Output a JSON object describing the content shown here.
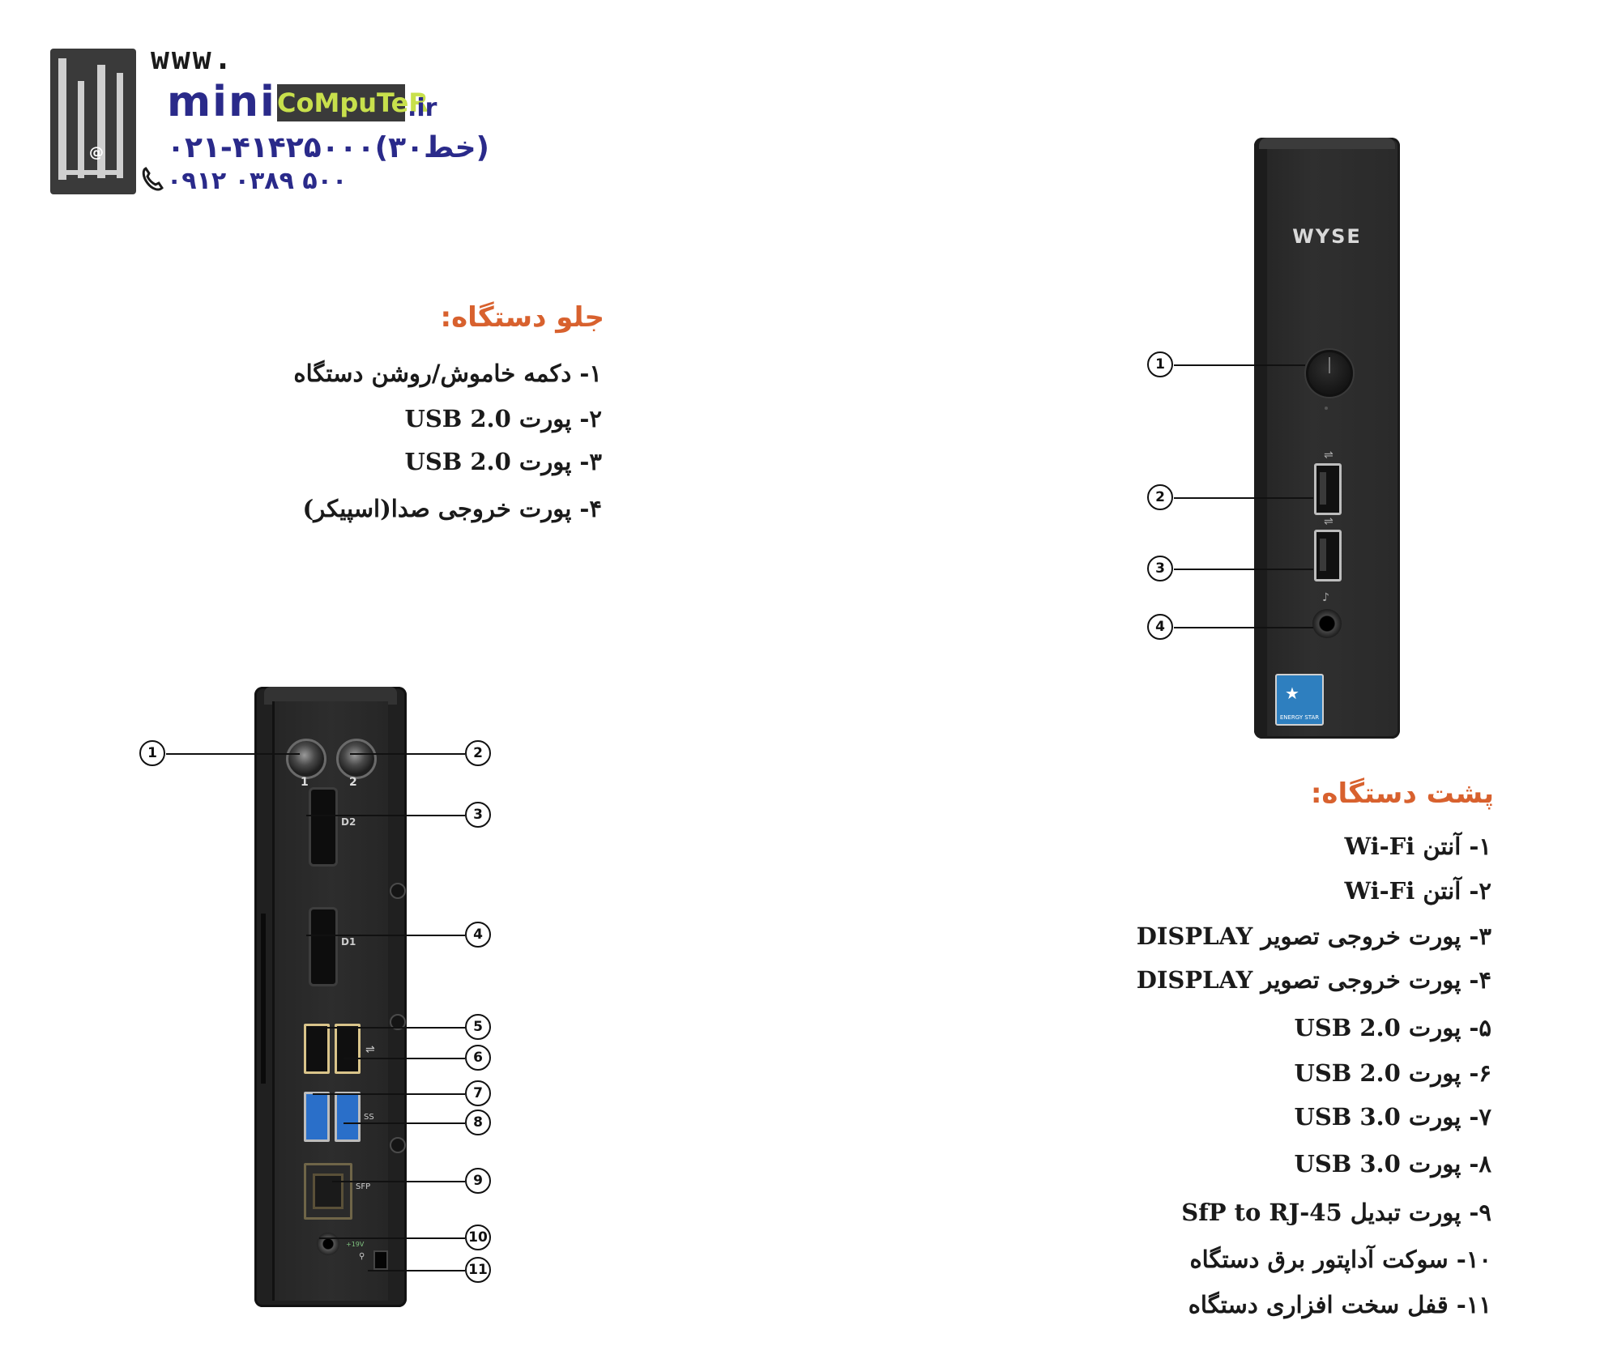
{
  "logo": {
    "www": "www.",
    "mini": "mini",
    "computer": "CoMpuTeR",
    "tld": ".ir",
    "phone1": "۰۲۱-۴۱۴۲۵۰۰۰(۳۰خط)",
    "phone2": "۰۹۱۲ ۰۳۸۹ ۵۰۰"
  },
  "front": {
    "title": "جلو دستگاه:",
    "items": [
      "۱- دکمه خاموش/روشن دستگاه",
      "۲- پورت USB 2.0",
      "۳- پورت USB 2.0",
      "۴- پورت خروجی صدا(اسپیکر)"
    ],
    "device_brand": "WYSE",
    "energy_label": "ENERGY STAR",
    "callouts": [
      "1",
      "2",
      "3",
      "4"
    ]
  },
  "back": {
    "title": "پشت دستگاه:",
    "items": [
      "۱- آنتن Wi-Fi",
      "۲- آنتن Wi-Fi",
      "۳- پورت خروجی تصویر DISPLAY",
      "۴- پورت خروجی تصویر DISPLAY",
      "۵- پورت USB 2.0",
      "۶- پورت USB 2.0",
      "۷- پورت USB 3.0",
      "۸- پورت USB 3.0",
      "۹- پورت تبدیل SfP to RJ-45",
      "۱۰- سوکت آداپتور برق دستگاه",
      "۱۱- قفل سخت افزاری دستگاه"
    ],
    "antenna_labels": [
      "1",
      "2"
    ],
    "dp_labels": [
      "D2",
      "D1"
    ],
    "ss_label": "SS",
    "sfp_label": "SFP",
    "power_label": "+19V",
    "callouts": [
      "1",
      "2",
      "3",
      "4",
      "5",
      "6",
      "7",
      "8",
      "9",
      "10",
      "11"
    ]
  }
}
